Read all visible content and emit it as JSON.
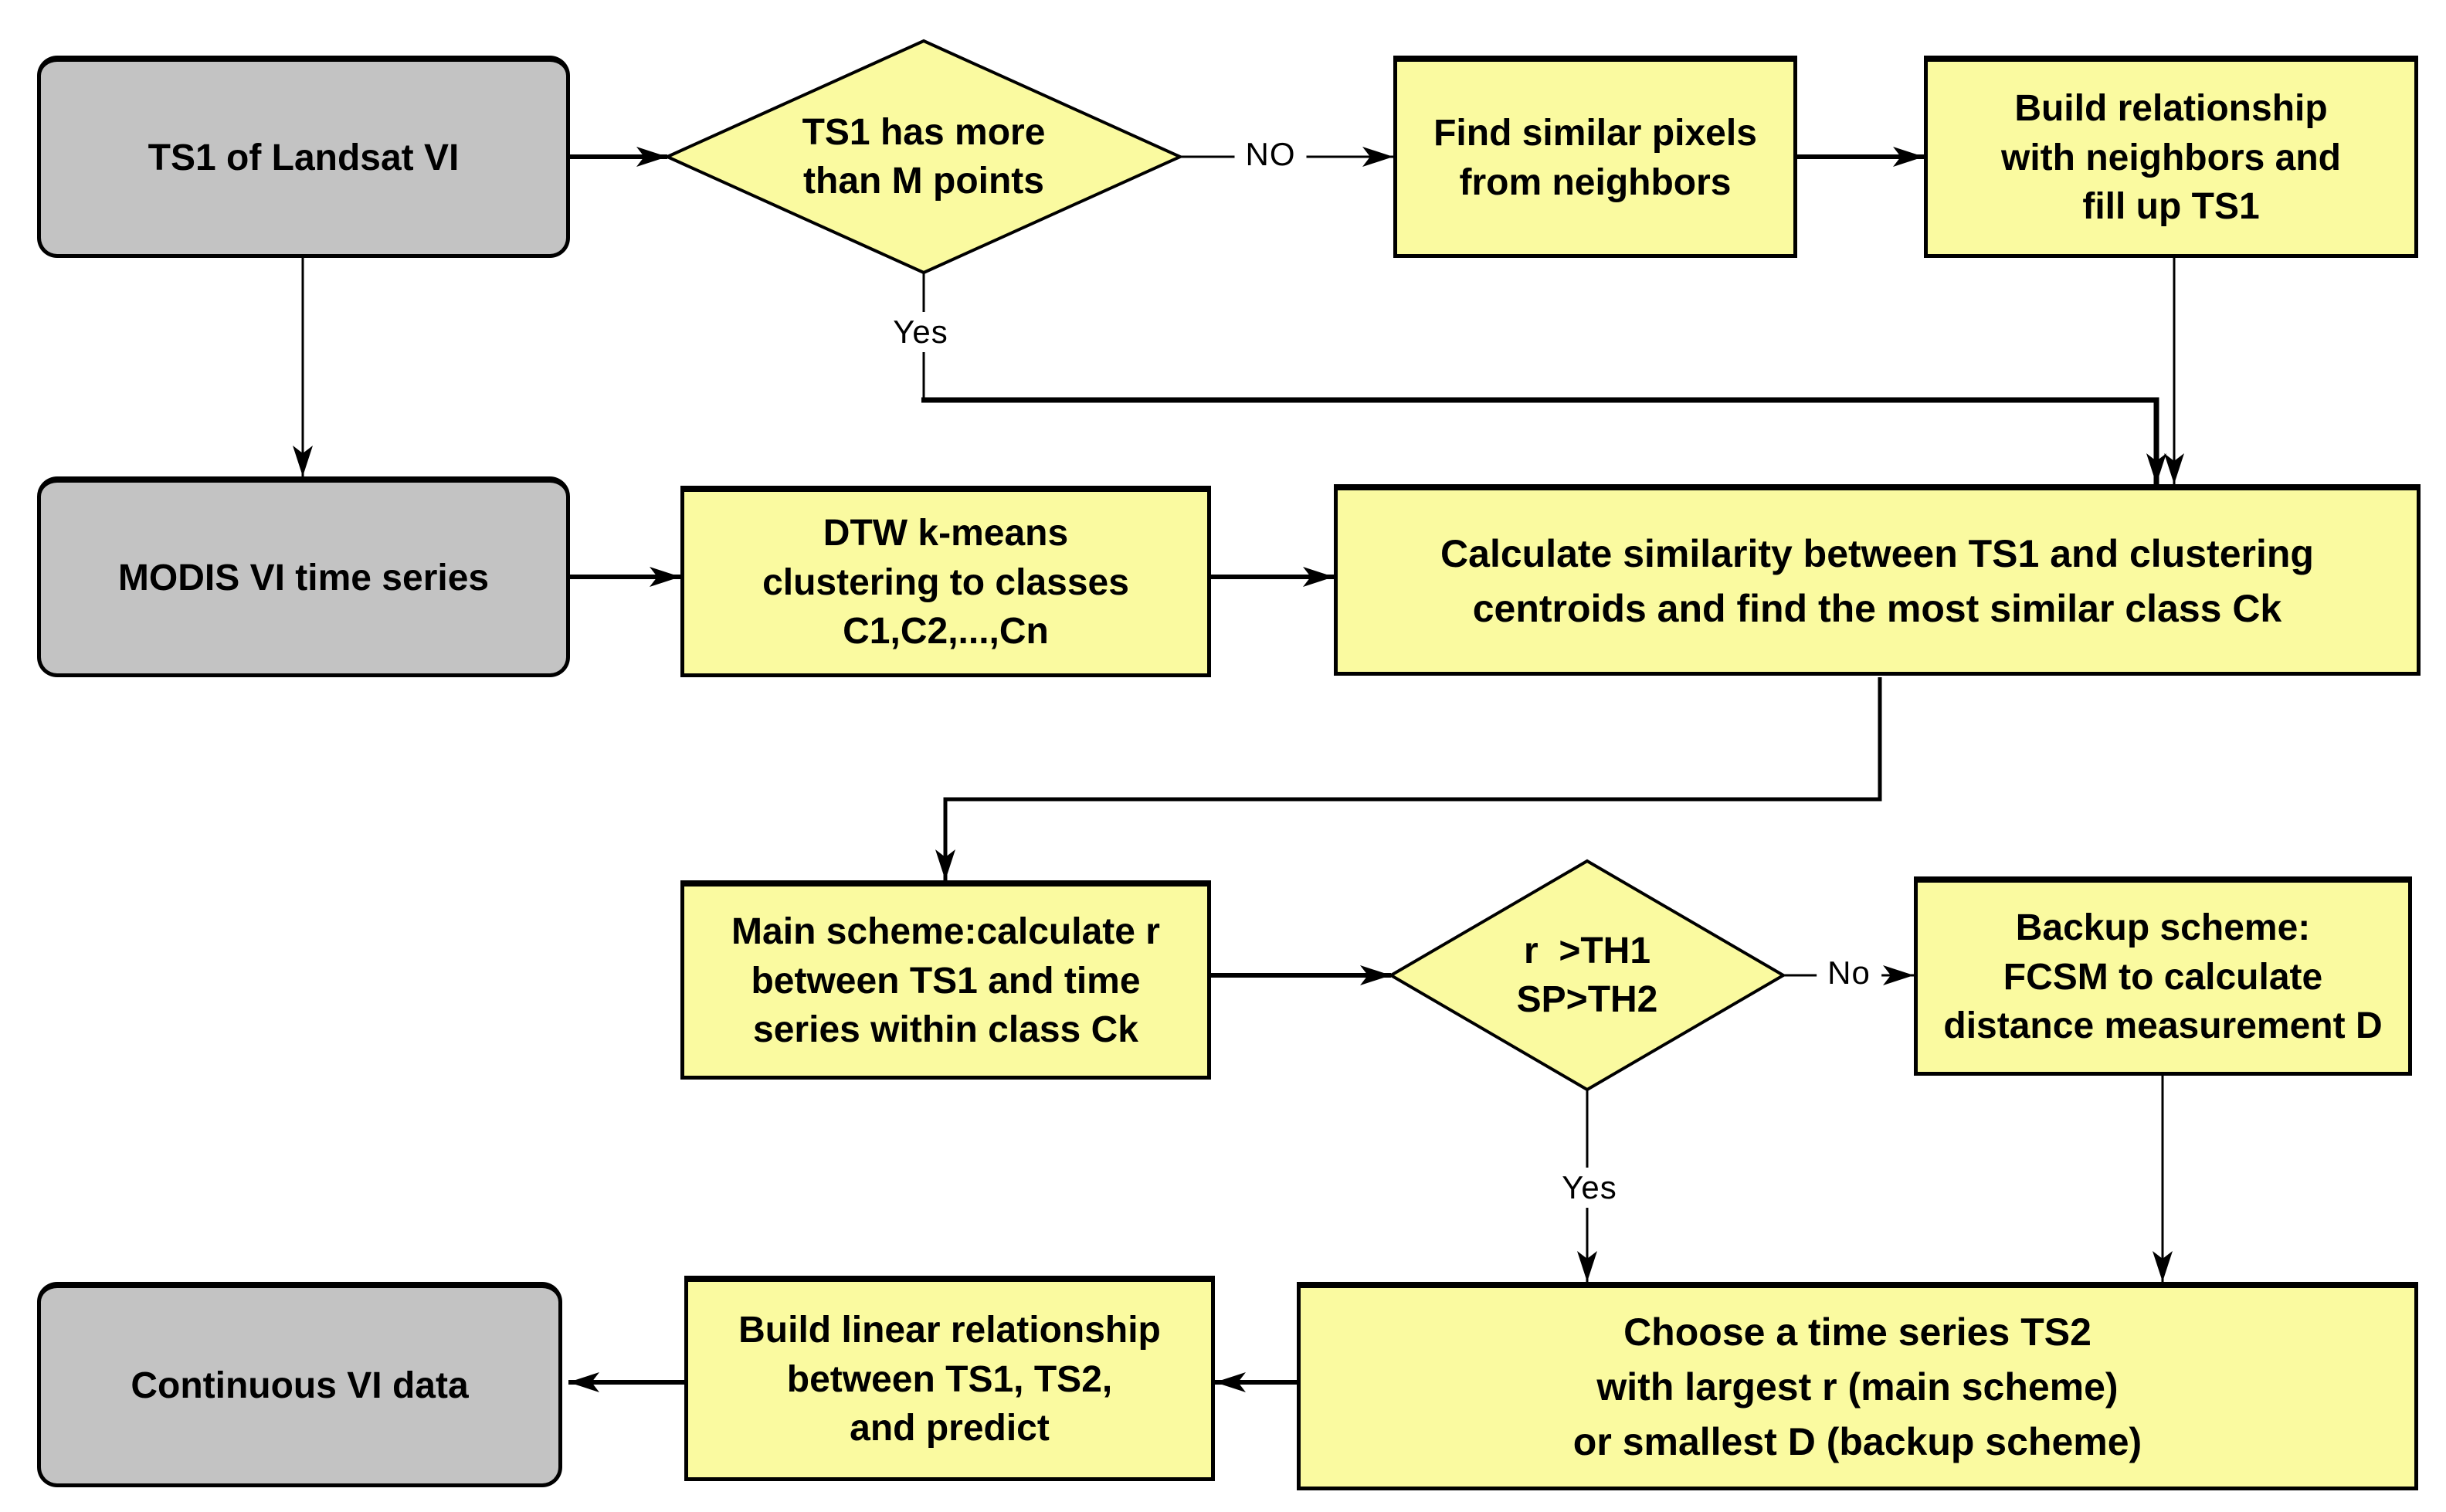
{
  "diagram": {
    "description": "Flowchart of continuous vegetation index (VI) data generation from Landsat and MODIS time series",
    "colors": {
      "process_fill": "#fafaa0",
      "terminal_fill": "#c3c3c3",
      "border": "#000000",
      "connector": "#000000",
      "text": "#000000",
      "background": "#ffffff"
    },
    "nodes": {
      "ts1": {
        "type": "terminal",
        "label": "TS1 of Landsat VI"
      },
      "has_m": {
        "type": "decision",
        "label": "TS1 has more\nthan M points"
      },
      "find_pixels": {
        "type": "process",
        "label": "Find similar pixels\nfrom neighbors"
      },
      "build_rel": {
        "type": "process",
        "label": "Build relationship\nwith neighbors and\nfill up TS1"
      },
      "modis": {
        "type": "terminal",
        "label": "MODIS VI time series"
      },
      "dtw": {
        "type": "process",
        "label": "DTW k-means\nclustering to classes\nC1,C2,...,Cn"
      },
      "calc_sim": {
        "type": "process",
        "label": "Calculate similarity between TS1 and clustering\ncentroids and find the most similar class Ck"
      },
      "main_scheme": {
        "type": "process",
        "label": "Main scheme:calculate r\nbetween TS1 and time\nseries within class Ck"
      },
      "threshold": {
        "type": "decision",
        "label": "r  >TH1\nSP>TH2"
      },
      "backup": {
        "type": "process",
        "label": "Backup scheme:\nFCSM to calculate\ndistance measurement D"
      },
      "choose": {
        "type": "process",
        "label": "Choose a time series TS2\nwith largest r (main scheme)\nor smallest D (backup scheme)"
      },
      "linear": {
        "type": "process",
        "label": "Build linear relationship\nbetween TS1, TS2,\nand predict"
      },
      "continuous": {
        "type": "terminal",
        "label": "Continuous VI data"
      }
    },
    "edge_labels": {
      "no1": "NO",
      "yes1": "Yes",
      "no2": "No",
      "yes2": "Yes"
    }
  }
}
